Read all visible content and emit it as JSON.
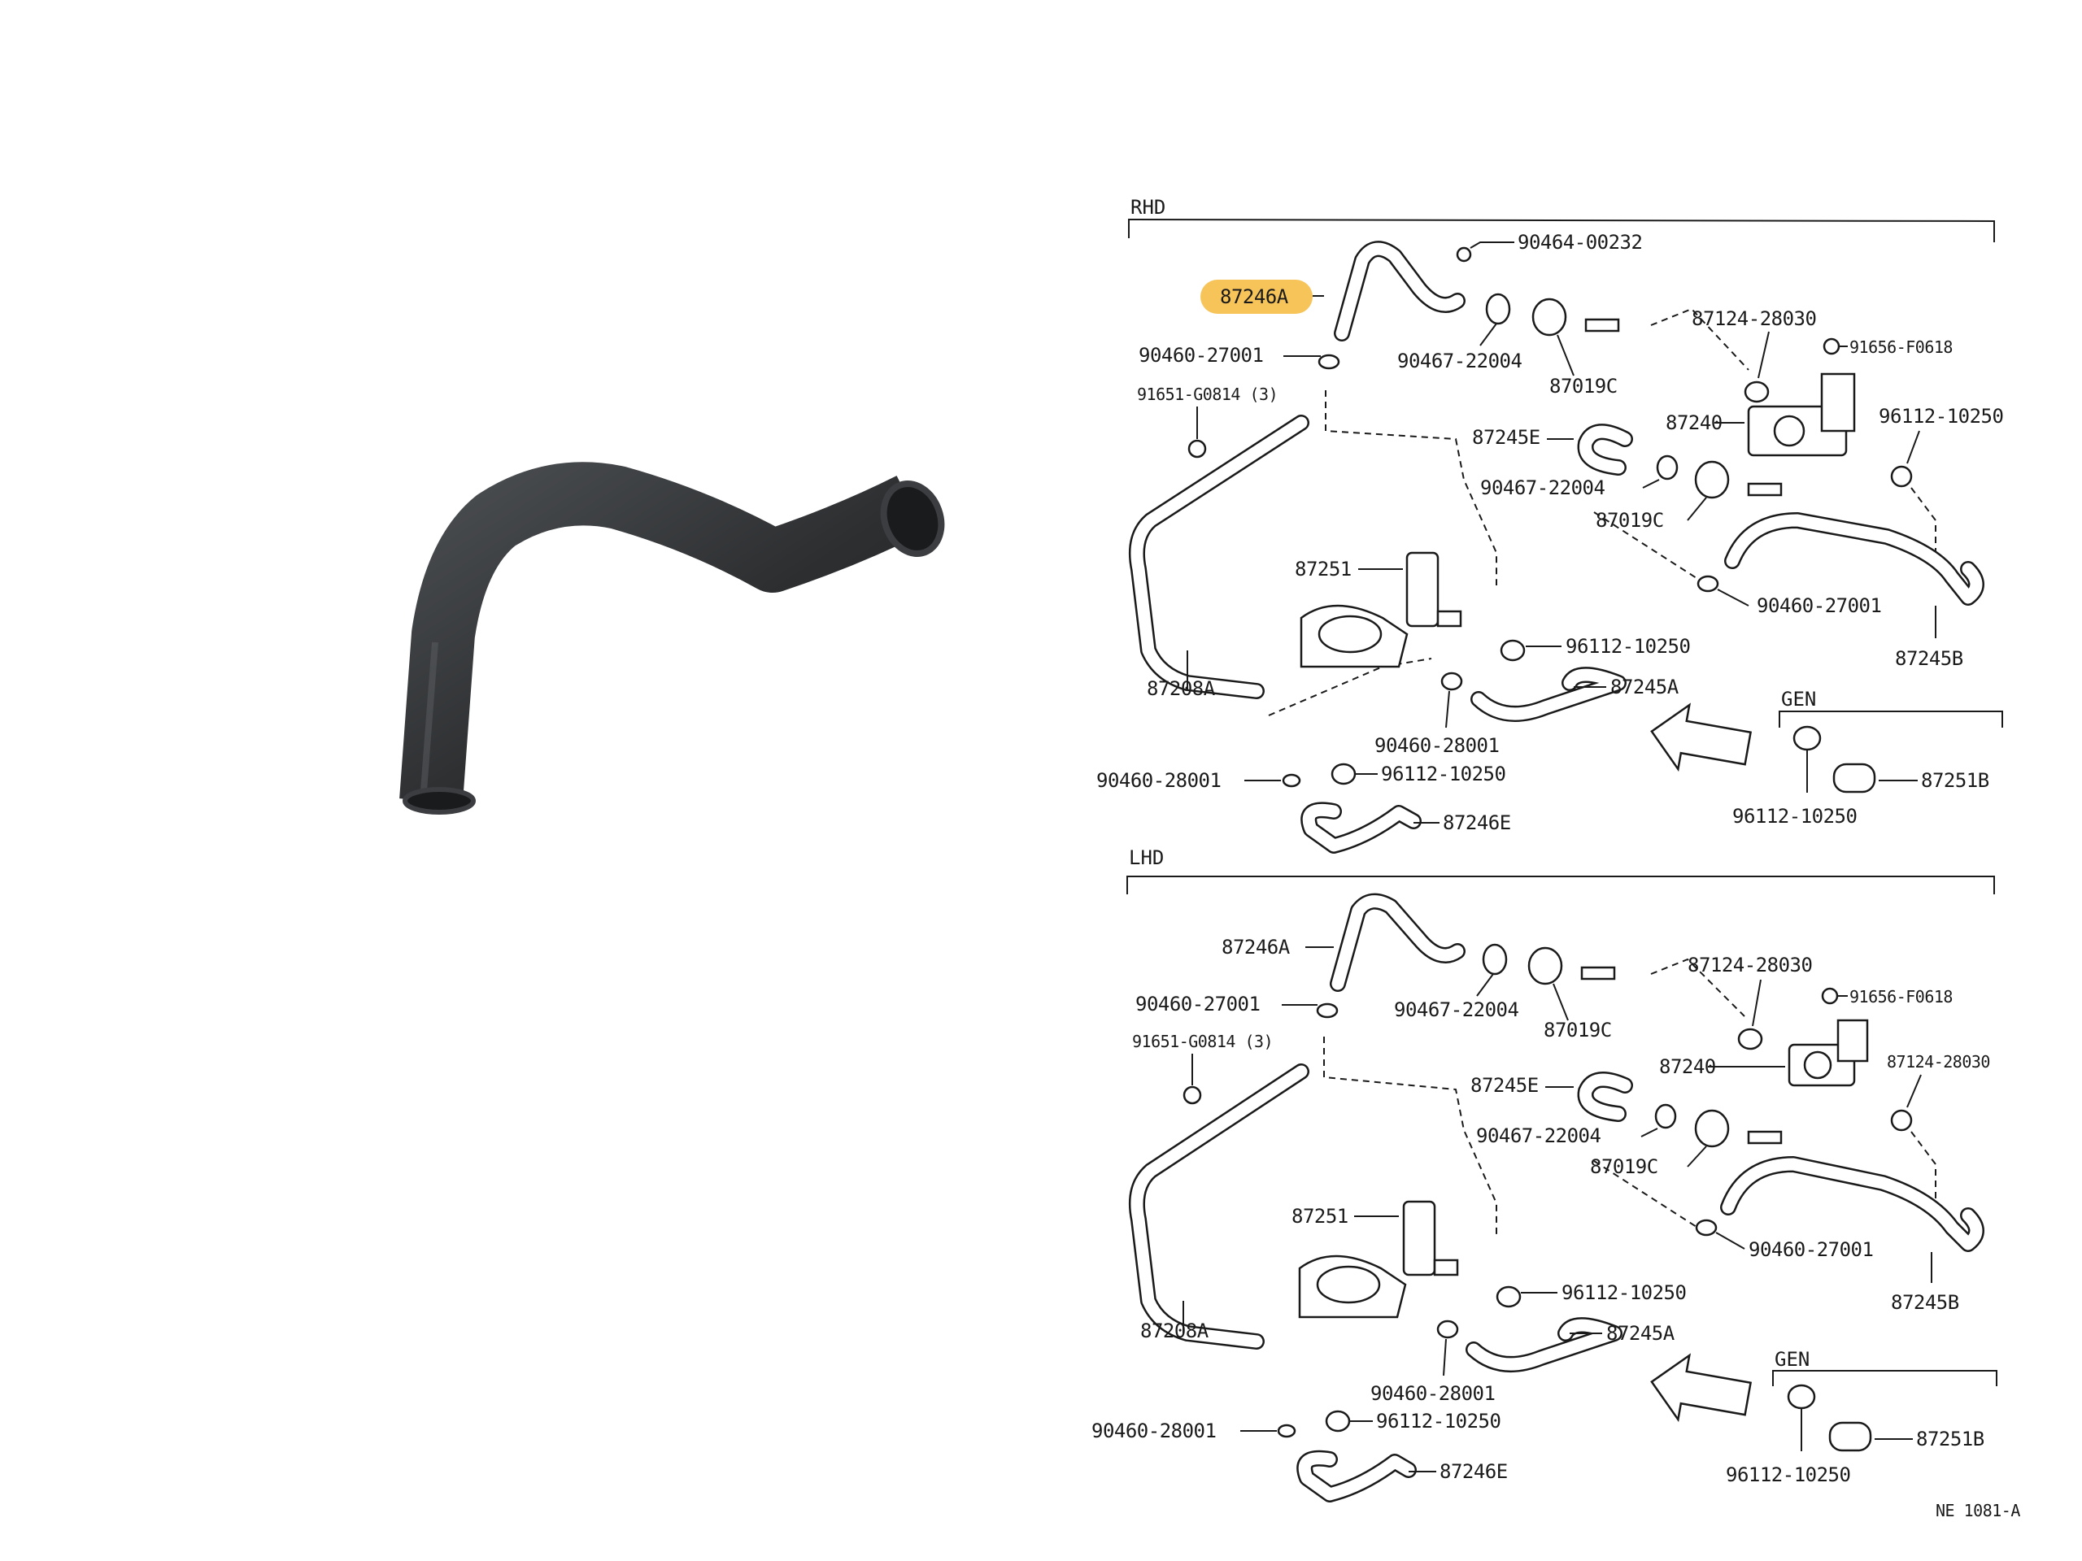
{
  "highlight": {
    "color": "#f7c45a",
    "part": "87246A"
  },
  "photo": {
    "hose_color": "#2d2f31"
  },
  "diagram": {
    "rhd": {
      "section_label": "RHD",
      "labels": {
        "p87246a": "87246A",
        "p90464_00232": "90464-00232",
        "p90460_27001_top": "90460-27001",
        "p90467_22004_top": "90467-22004",
        "p87019c_top": "87019C",
        "p87124_28030": "87124-28030",
        "p91656_f0618": "91656-F0618",
        "p91651_g0814": "91651-G0814 (3)",
        "p87245e": "87245E",
        "p87240": "87240",
        "p96112_10250_right": "96112-10250",
        "p90467_22004_mid": "90467-22004",
        "p87019c_mid": "87019C",
        "p87251": "87251",
        "p96112_10250_mid": "96112-10250",
        "p90460_27001_mid": "90460-27001",
        "p87245b": "87245B",
        "p87208a": "87208A",
        "p87245a": "87245A",
        "p90460_28001_mid": "90460-28001",
        "p90460_28001_left": "90460-28001",
        "p96112_10250_low": "96112-10250",
        "p87246e": "87246E"
      },
      "gen": {
        "section_label": "GEN",
        "p96112_10250": "96112-10250",
        "p87251b": "87251B"
      }
    },
    "lhd": {
      "section_label": "LHD",
      "labels": {
        "p87246a": "87246A",
        "p90460_27001_top": "90460-27001",
        "p90467_22004_top": "90467-22004",
        "p87019c_top": "87019C",
        "p87124_28030_top": "87124-28030",
        "p91656_f0618": "91656-F0618",
        "p91651_g0814": "91651-G0814 (3)",
        "p87245e": "87245E",
        "p87240": "87240",
        "p87124_28030_right": "87124-28030",
        "p90467_22004_mid": "90467-22004",
        "p87019c_mid": "87019C",
        "p87251": "87251",
        "p96112_10250_mid": "96112-10250",
        "p90460_27001_mid": "90460-27001",
        "p87245b": "87245B",
        "p87208a": "87208A",
        "p87245a": "87245A",
        "p90460_28001_mid": "90460-28001",
        "p90460_28001_left": "90460-28001",
        "p96112_10250_low": "96112-10250",
        "p87246e": "87246E"
      },
      "gen": {
        "section_label": "GEN",
        "p96112_10250": "96112-10250",
        "p87251b": "87251B"
      }
    },
    "figure_code": "NE 1081-A"
  }
}
